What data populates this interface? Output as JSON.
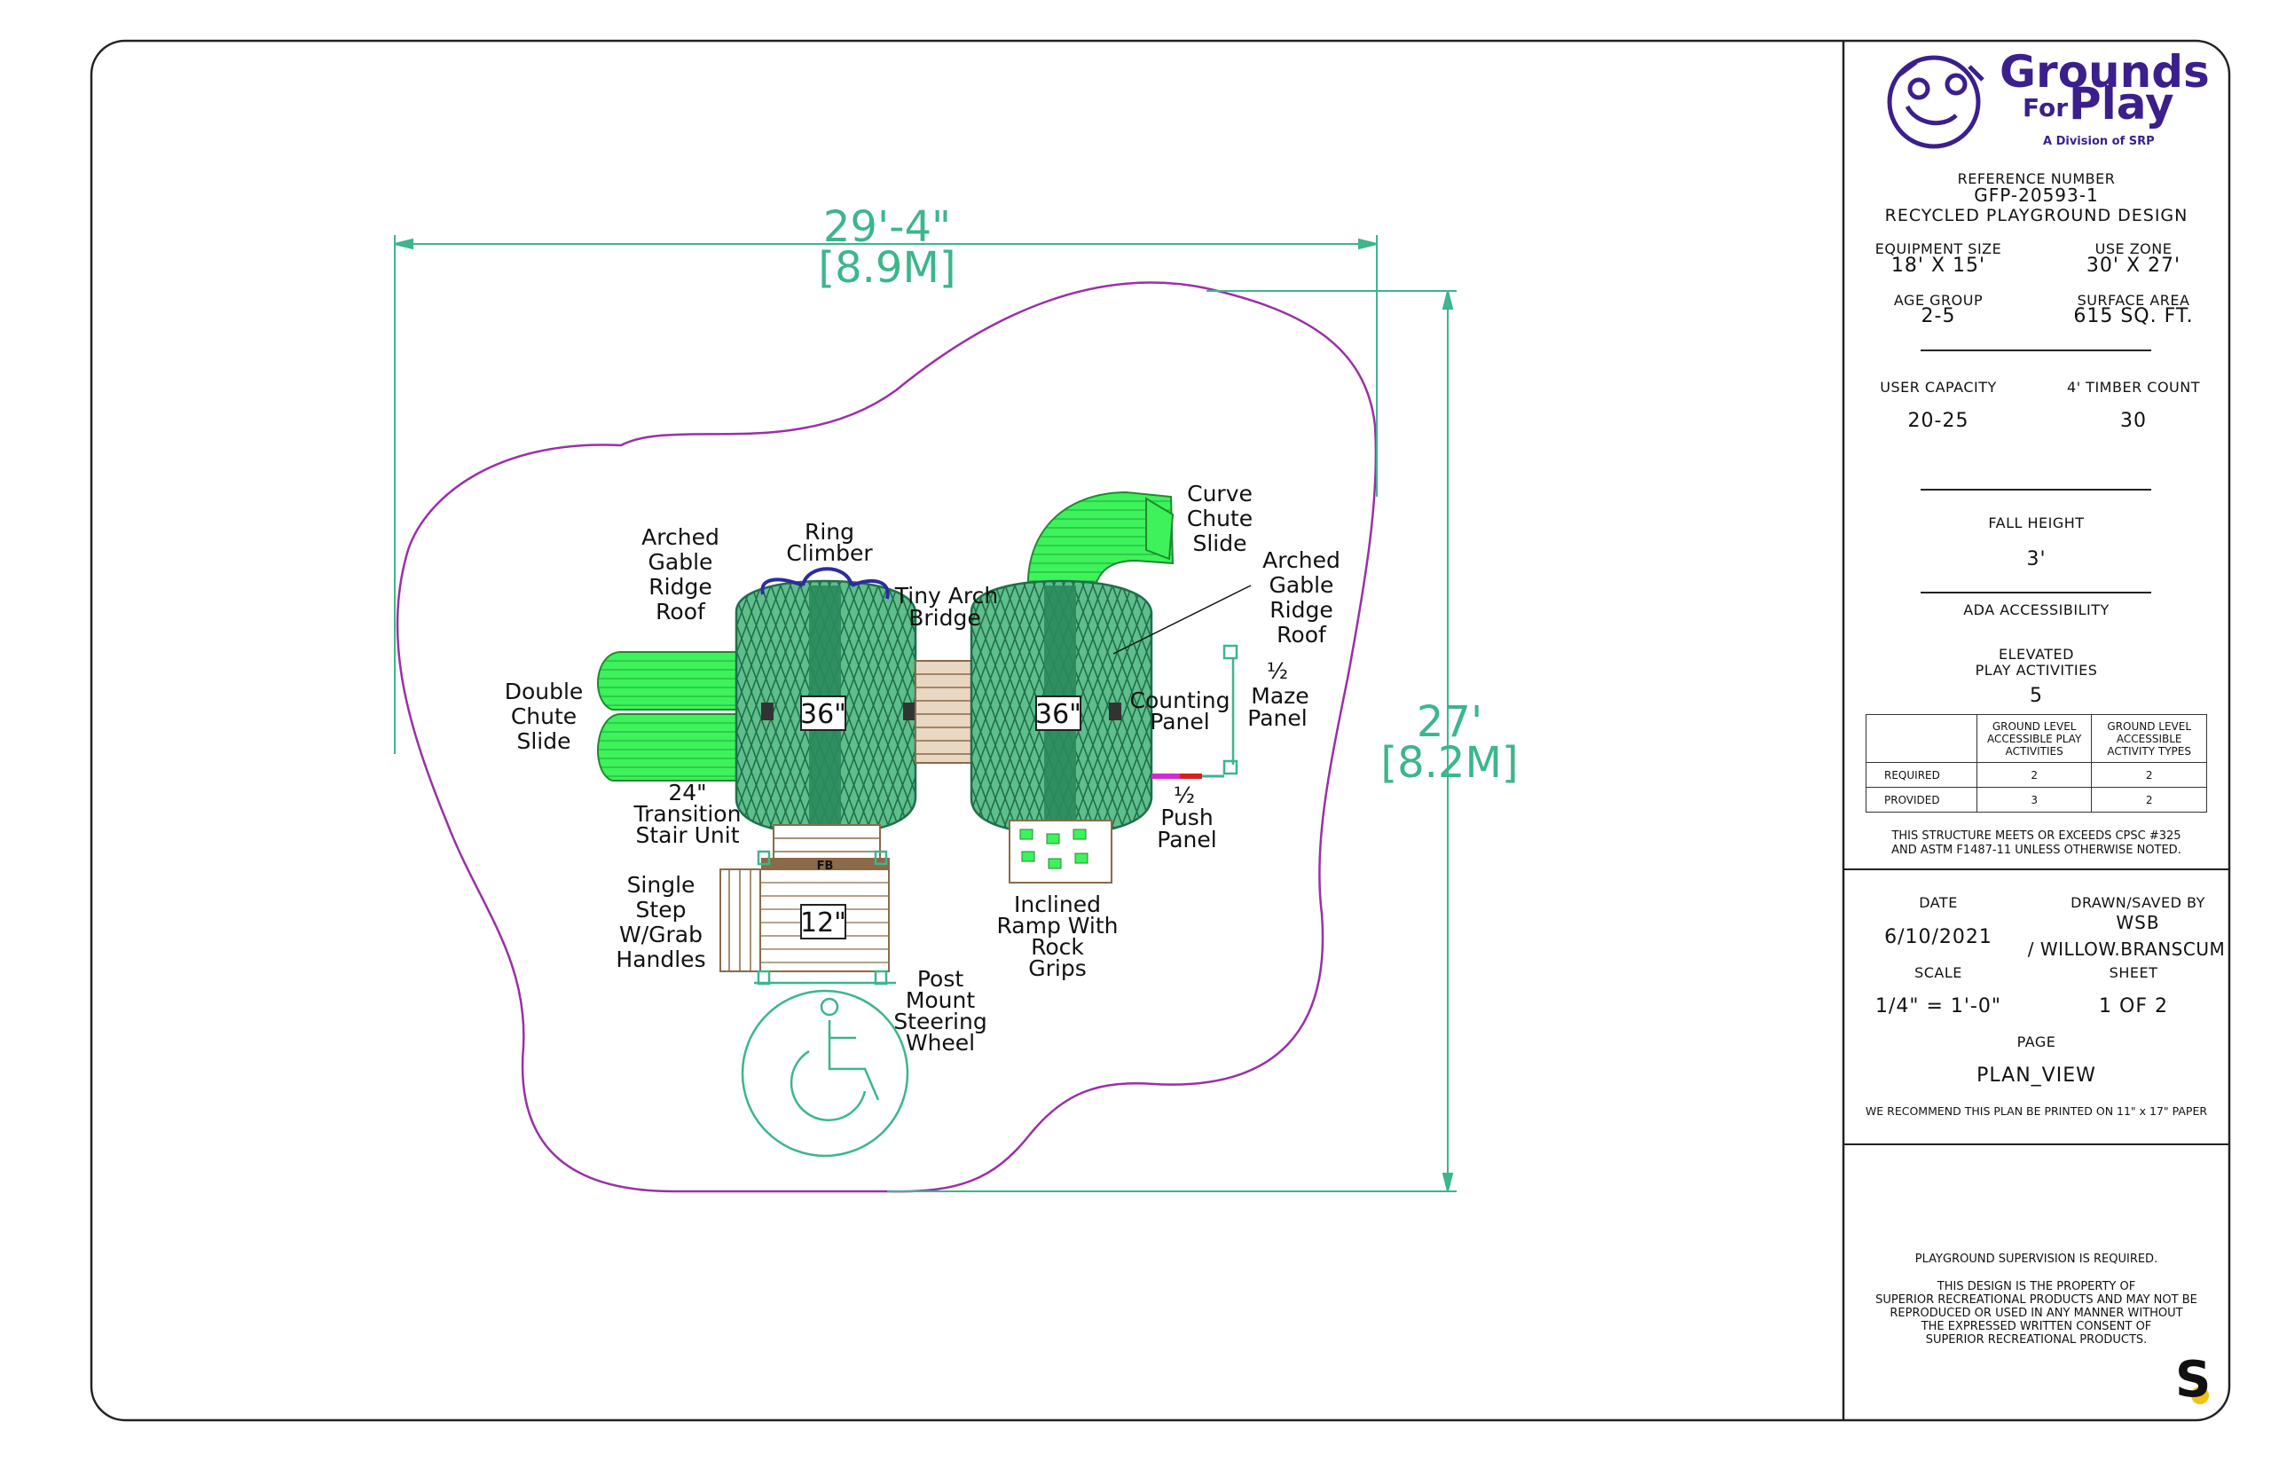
{
  "drawing": {
    "width_dimension": {
      "feet": "29'-4\"",
      "meters": "[8.9M]"
    },
    "height_dimension": {
      "feet": "27'",
      "meters": "[8.2M]"
    },
    "platform_heights": [
      "36\"",
      "36\"",
      "12\""
    ],
    "fb_label": "FB",
    "components": {
      "arched_roof_left": [
        "Arched",
        "Gable",
        "Ridge",
        "Roof"
      ],
      "ring_climber": [
        "Ring",
        "Climber"
      ],
      "tiny_arch_bridge": [
        "Tiny Arch",
        "Bridge"
      ],
      "curve_chute_slide": [
        "Curve",
        "Chute",
        "Slide"
      ],
      "arched_roof_right": [
        "Arched",
        "Gable",
        "Ridge",
        "Roof"
      ],
      "double_chute_slide": [
        "Double",
        "Chute",
        "Slide"
      ],
      "counting_panel": [
        "Counting",
        "Panel"
      ],
      "maze_panel": [
        "½",
        "Maze",
        "Panel"
      ],
      "push_panel": [
        "½",
        "Push",
        "Panel"
      ],
      "transition_stair": [
        "24\"",
        "Transition",
        "Stair Unit"
      ],
      "single_step": [
        "Single",
        "Step",
        "W/Grab",
        "Handles"
      ],
      "inclined_ramp": [
        "Inclined",
        "Ramp With",
        "Rock",
        "Grips"
      ],
      "steering_wheel": [
        "Post",
        "Mount",
        "Steering",
        "Wheel"
      ]
    }
  },
  "title_block": {
    "logo": {
      "line1": "Grounds",
      "line2a": "For",
      "line2b": "Play",
      "division": "A Division of SRP"
    },
    "reference_label": "REFERENCE NUMBER",
    "reference_number": "GFP-20593-1",
    "design_name": "RECYCLED PLAYGROUND DESIGN",
    "equipment_size": {
      "label": "EQUIPMENT SIZE",
      "value": "18'  X  15'"
    },
    "use_zone": {
      "label": "USE ZONE",
      "value": "30'  X  27'"
    },
    "age_group": {
      "label": "AGE GROUP",
      "value": "2-5"
    },
    "surface_area": {
      "label": "SURFACE AREA",
      "value": "615  SQ.  FT."
    },
    "user_capacity": {
      "label": "USER CAPACITY",
      "value": "20-25"
    },
    "timber_count": {
      "label": "4'  TIMBER COUNT",
      "value": "30"
    },
    "fall_height": {
      "label": "FALL HEIGHT",
      "value": "3'"
    },
    "ada_label": "ADA ACCESSIBILITY",
    "elevated": {
      "label_line1": "ELEVATED",
      "label_line2": "PLAY ACTIVITIES",
      "value": "5"
    },
    "ada_table": {
      "headers": [
        "",
        "GROUND LEVEL ACCESSIBLE PLAY ACTIVITIES",
        "GROUND LEVEL ACCESSIBLE ACTIVITY TYPES"
      ],
      "rows": [
        [
          "REQUIRED",
          "2",
          "2"
        ],
        [
          "PROVIDED",
          "3",
          "2"
        ]
      ]
    },
    "compliance": [
      "THIS STRUCTURE MEETS OR EXCEEDS CPSC #325",
      "AND ASTM F1487-11 UNLESS OTHERWISE NOTED."
    ],
    "date": {
      "label": "DATE",
      "value": "6/10/2021"
    },
    "drawn_by": {
      "label": "DRAWN/SAVED BY",
      "line1": "WSB",
      "line2": "/  WILLOW.BRANSCUM"
    },
    "scale": {
      "label": "SCALE",
      "value": "1/4\"  =  1'-0\""
    },
    "sheet": {
      "label": "SHEET",
      "value": "1    OF     2"
    },
    "page": {
      "label": "PAGE",
      "value": "PLAN_VIEW"
    },
    "print_note": "WE RECOMMEND THIS PLAN BE PRINTED ON 11\" x 17\" PAPER",
    "supervision": "PLAYGROUND SUPERVISION IS REQUIRED.",
    "property_note": [
      "THIS DESIGN IS THE PROPERTY OF",
      "SUPERIOR RECREATIONAL PRODUCTS AND MAY NOT BE",
      "REPRODUCED OR USED IN ANY MANNER WITHOUT",
      "THE EXPRESSED WRITTEN CONSENT OF",
      "SUPERIOR RECREATIONAL PRODUCTS."
    ],
    "corner_mark": "S"
  },
  "colors": {
    "use_zone_outline": "#9b2fa8",
    "dimension": "#3cb68a",
    "slide_green": "#33e34a",
    "deck_green": "#2f8f6a",
    "timber": "#8b6a48",
    "ring_blue": "#2c2ca0",
    "logo_purple": "#3b1f8c"
  }
}
